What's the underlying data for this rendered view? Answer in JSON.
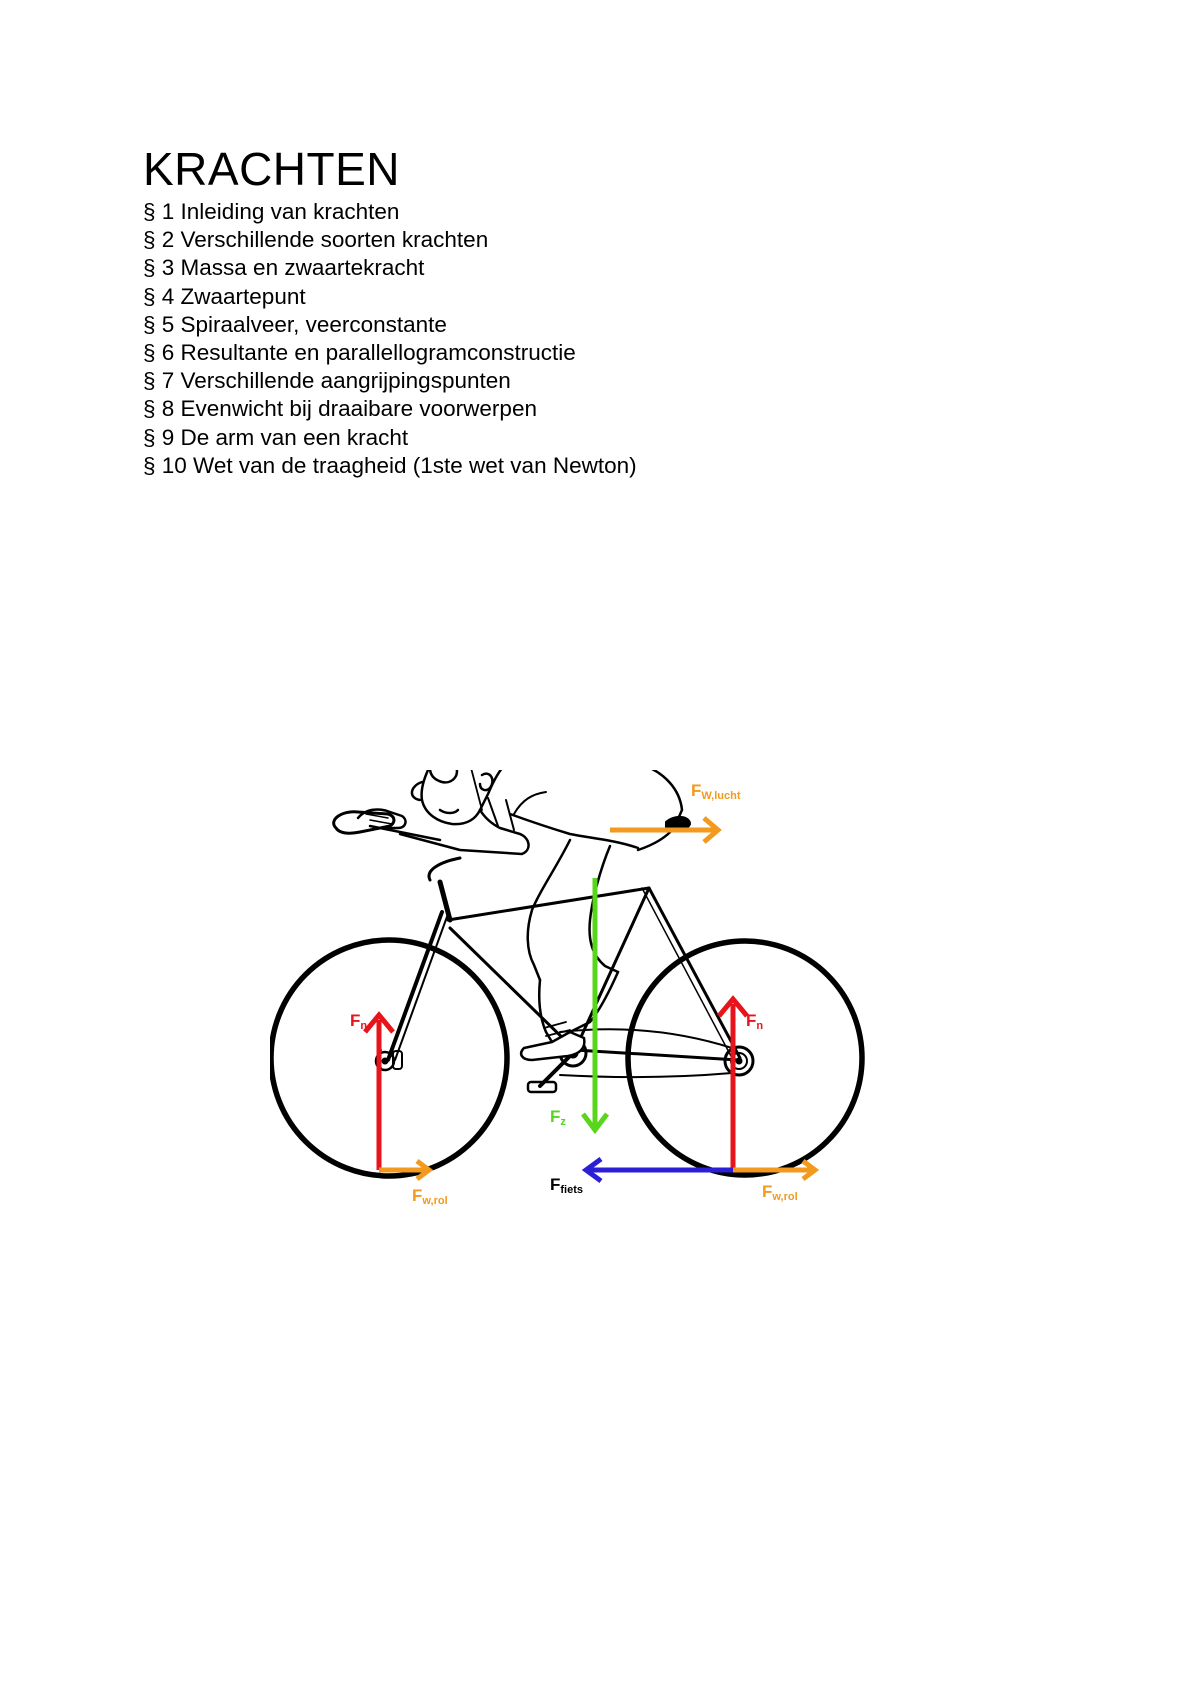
{
  "title": "KRACHTEN",
  "toc": [
    "§ 1 Inleiding van krachten",
    "§ 2 Verschillende soorten krachten",
    "§ 3 Massa en zwaartekracht",
    "§ 4 Zwaartepunt",
    "§ 5 Spiraalveer, veerconstante",
    "§ 6 Resultante en parallellogramconstructie",
    "§ 7 Verschillende aangrijpingspunten",
    "§ 8 Evenwicht bij draaibare voorwerpen",
    "§ 9 De arm van een kracht",
    "§ 10 Wet van de traagheid (1ste wet van Newton)"
  ],
  "figure": {
    "labels": {
      "fn_front": {
        "main": "F",
        "sub": "n"
      },
      "fn_rear": {
        "main": "F",
        "sub": "n"
      },
      "fz": {
        "main": "F",
        "sub": "z"
      },
      "fw_lucht": {
        "main": "F",
        "sub": "W,lucht"
      },
      "fw_rol_front": {
        "main": "F",
        "sub": "w,rol"
      },
      "fw_rol_rear": {
        "main": "F",
        "sub": "w,rol"
      },
      "ffiets": {
        "main": "F",
        "sub": "fiets"
      }
    },
    "colors": {
      "normal_force": "#e8141b",
      "gravity": "#59d61c",
      "friction": "#f29a1e",
      "propulsion": "#2b1fd6",
      "outline": "#000000"
    }
  }
}
